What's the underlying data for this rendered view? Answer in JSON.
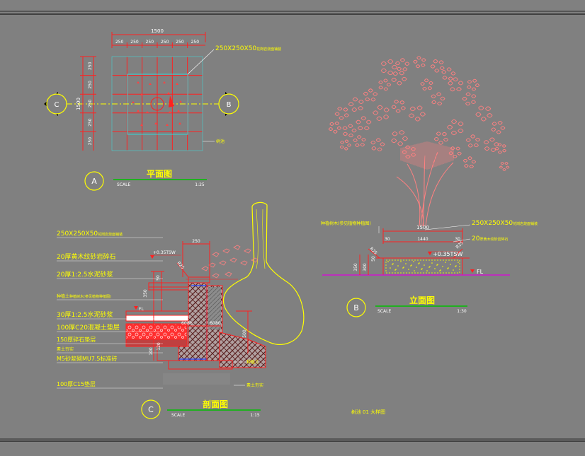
{
  "colors": {
    "background": "#808080",
    "frame": "#2a2a2a",
    "red": "#ff2020",
    "cyan": "#36d6d6",
    "yellow": "#ffff00",
    "pink": "#ff8080",
    "green": "#00c000",
    "white": "#ffffff",
    "blue": "#2040ff",
    "magenta": "#e000e0"
  },
  "plan": {
    "overall_dim": "1500",
    "col_dims": [
      "250",
      "250",
      "250",
      "250",
      "250",
      "250"
    ],
    "row_dims": [
      "250",
      "250",
      "250",
      "250",
      "250"
    ],
    "side_dim": "1500",
    "grate_label": "250X250X50",
    "grate_note": "花岗岩烧面铺装",
    "tree_label": "树池",
    "marker_left": "C",
    "marker_right": "B",
    "title_letter": "A",
    "title": "平面图",
    "scale_label": "SCALE",
    "scale_value": "1:25"
  },
  "elevation": {
    "overall_dim": "1500",
    "dim_left": "30",
    "dim_mid": "1440",
    "dim_right": "30",
    "v_dim_outer": "350",
    "v_dim_inner": "300",
    "v_dim_top": "50",
    "slope_dim": "R25",
    "level_mark": "+0.35TSW",
    "fl_mark": "FL",
    "label_tree": "种植树木(参见植物种植图)",
    "label_grate": "250X250X50",
    "label_grate_note": "花岗岩烧面铺装",
    "label_pebble_num": "20",
    "label_pebble_note": "厚黄木纹砂岩碎石",
    "title_letter": "B",
    "title": "立面图",
    "scale_label": "SCALE",
    "scale_value": "1:30"
  },
  "section": {
    "labels": [
      "250X250X50",
      "20厚黄木纹砂岩碎石",
      "20厚1:2.5水泥砂浆",
      "种植土",
      "30厚1:2.5水泥砂浆",
      "100厚C20混凝土垫层",
      "150厚碎石垫层",
      "素土夯实",
      "M5砂浆砌MU7.5标准砖",
      "100厚C15垫层"
    ],
    "label_notes": [
      "花岗岩烧面铺装",
      "",
      "",
      "种植树木(参见植物种植图)",
      "",
      "",
      "",
      "",
      "",
      ""
    ],
    "dim_top": "250",
    "dim_slope": "R25",
    "level_mark": "+0.35TSW",
    "fl_mark": "FL",
    "dim_v_350": "350",
    "dim_v_50": "50",
    "dim_v_100": "100",
    "dim_v_120": "120",
    "dim_v_500": "500",
    "dim_h_a": "60",
    "dim_h_b": "80",
    "dim_h_c": "60",
    "dim_h_d": "80",
    "right_label_1": "种植土",
    "right_label_2": "素土夯实",
    "title_letter": "C",
    "title": "剖面图",
    "scale_label": "SCALE",
    "scale_value": "1:15"
  },
  "sheet_title": "树池 01 大样图"
}
